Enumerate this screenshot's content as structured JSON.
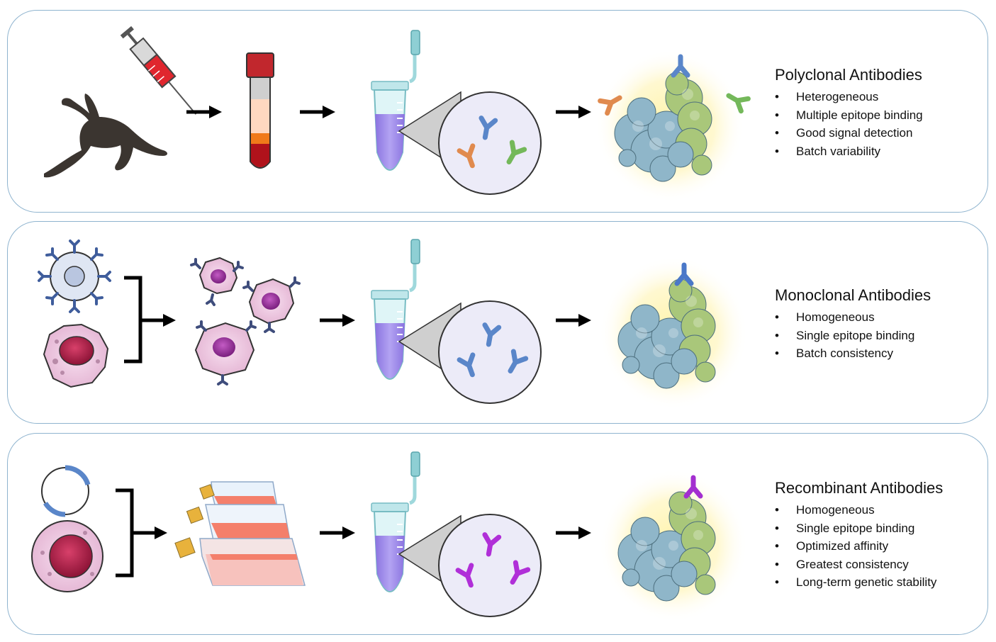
{
  "colors": {
    "panel_border": "#8fb4cf",
    "arrow": "#000000",
    "rabbit": "#3b3530",
    "syringe_blood": "#e0262e",
    "tube_liquid": "#9a86e8",
    "tube_body": "#cdeff3",
    "antibody_blue": "#5a86c9",
    "antibody_orange": "#e08a4e",
    "antibody_green": "#74b85a",
    "antibody_purple": "#b02fd8",
    "protein_blue": "#8fb6c9",
    "protein_green": "#a9c77a",
    "glow": "#fff3a8"
  },
  "panels": [
    {
      "title": "Polyclonal Antibodies",
      "bullet_glyph": "•",
      "bullets": [
        "Heterogeneous",
        "Multiple epitope binding",
        "Good signal detection",
        "Batch variability"
      ]
    },
    {
      "title": "Monoclonal Antibodies",
      "bullet_glyph": "•",
      "bullets": [
        "Homogeneous",
        "Single epitope binding",
        "Batch consistency"
      ]
    },
    {
      "title": "Recombinant Antibodies",
      "bullet_glyph": "•",
      "bullets": [
        "Homogeneous",
        "Single epitope binding",
        "Optimized affinity",
        "Greatest consistency",
        "Long-term genetic stability"
      ]
    }
  ],
  "icons": {
    "poly": [
      "rabbit-icon",
      "syringe-icon",
      "blood-tube-icon",
      "microtube-icon",
      "antibody-mix-icon",
      "antigen-binding-icon"
    ],
    "mono": [
      "b-cell-icon",
      "myeloma-cell-icon",
      "hybridoma-cells-icon",
      "microtube-icon",
      "antibody-blue-icon",
      "antigen-binding-icon"
    ],
    "rec": [
      "plasmid-icon",
      "host-cell-icon",
      "culture-flasks-icon",
      "microtube-icon",
      "antibody-purple-icon",
      "antigen-binding-icon"
    ]
  }
}
